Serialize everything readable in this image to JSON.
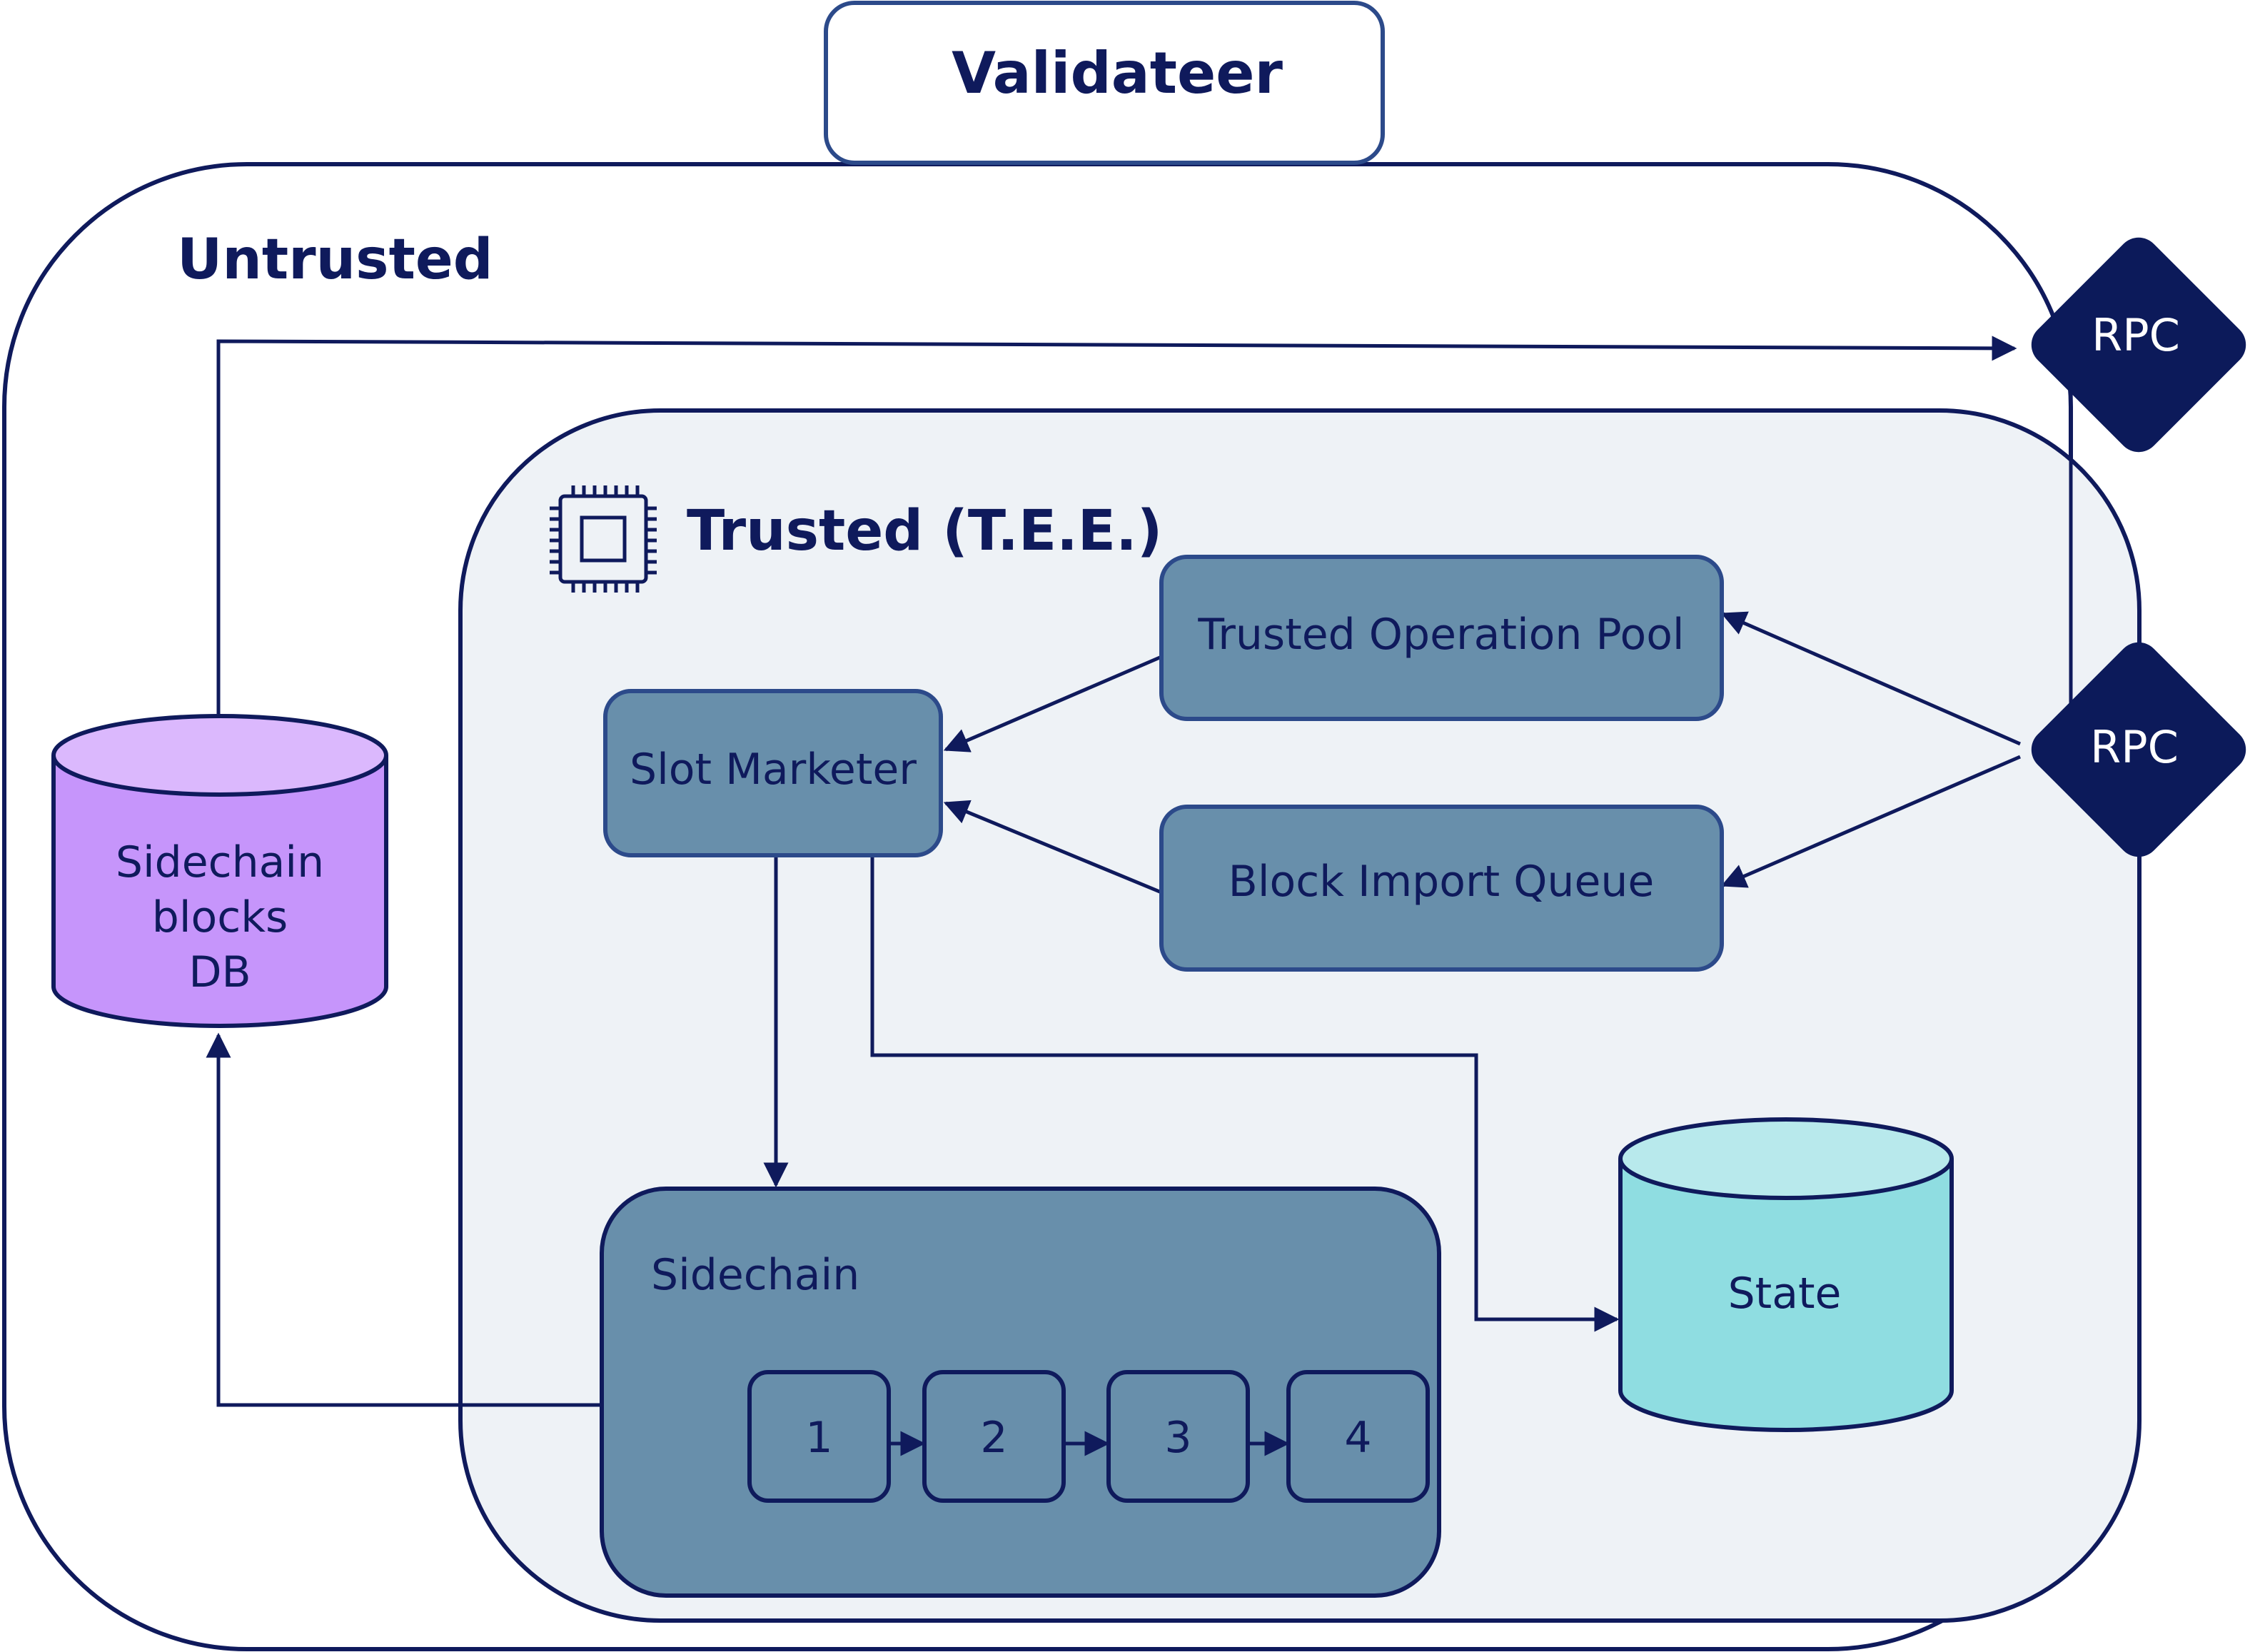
{
  "title": "Validateer",
  "zones": {
    "untrusted": "Untrusted",
    "trusted": "Trusted (T.E.E.)"
  },
  "components": {
    "trusted_operation_pool": "Trusted Operation Pool",
    "slot_marketer": "Slot Marketer",
    "block_import_queue": "Block Import Queue",
    "sidechain": "Sidechain",
    "state": "State"
  },
  "databases": {
    "sidechain_blocks_db": [
      "Sidechain",
      "blocks",
      "DB"
    ],
    "state_db": "State"
  },
  "rpc": {
    "top": "RPC",
    "middle": "RPC"
  },
  "sidechain_blocks": [
    "1",
    "2",
    "3",
    "4"
  ],
  "icons": {
    "tee": "cpu-chip-icon"
  },
  "colors": {
    "stroke": "#0f1a5c",
    "trusted_bg": "#eef2f6",
    "component_fill": "#688fab",
    "rpc_fill": "#0c1a5a",
    "db_fill": "#c695fb",
    "db_top": "#dbb8fd",
    "state_fill": "#8fdde1",
    "state_top": "#b8e9ec"
  }
}
